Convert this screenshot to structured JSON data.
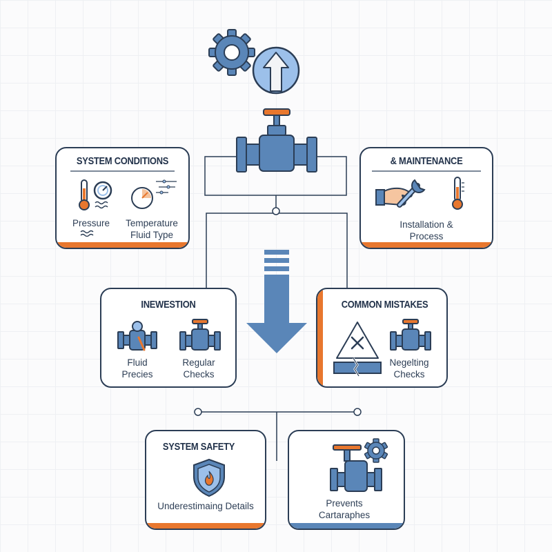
{
  "colors": {
    "accent_orange": "#e8772e",
    "steel_blue": "#5a86b8",
    "navy": "#2b3d55",
    "light_blue": "#9cc0ea"
  },
  "cards": {
    "system_conditions": {
      "title": "SYSTEM CONDITIONS",
      "label_pressure": "Pressure",
      "label_temperature_line1": "Temperature",
      "label_temperature_line2": "Fluid Type",
      "icons": [
        "thermometer-icon",
        "gauge-icon",
        "flow-gauge-icon"
      ]
    },
    "maintenance": {
      "title": "& MAINTENANCE",
      "label_line1": "Installation &",
      "label_line2": "Process",
      "icons": [
        "hand-wrench-icon",
        "thermometer-icon"
      ]
    },
    "inspection": {
      "title": "INEWESTION",
      "label_fluid_line1": "Fluid",
      "label_fluid_line2": "Precies",
      "label_regular_line1": "Regular",
      "label_regular_line2": "Checks",
      "icons": [
        "valve-gauge-icon",
        "valve-icon"
      ]
    },
    "common_mistakes": {
      "title": "COMMON MISTAKES",
      "label_line1": "Negelting",
      "label_line2": "Checks",
      "icons": [
        "warning-broken-pipe-icon",
        "valve-icon"
      ]
    },
    "system_safety": {
      "title": "SYSTEM SAFETY",
      "label": "Underestimaing Details",
      "icons": [
        "shield-flame-icon"
      ]
    },
    "prevents": {
      "label_line1": "Prevents",
      "label_line2": "Cartaraphes",
      "icons": [
        "valve-gear-icon"
      ]
    }
  },
  "top_icons": [
    "gear-icon",
    "up-arrow-circle-icon",
    "main-valve-icon"
  ],
  "center_arrow": "down-arrow-icon"
}
